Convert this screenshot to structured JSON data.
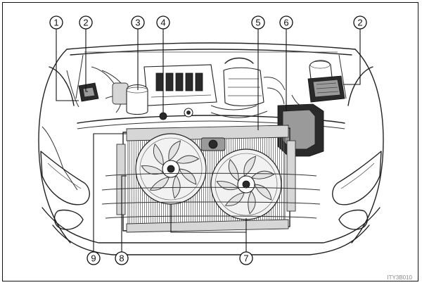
{
  "callouts": [
    {
      "id": "1",
      "label": "1"
    },
    {
      "id": "2a",
      "label": "2"
    },
    {
      "id": "3",
      "label": "3"
    },
    {
      "id": "4",
      "label": "4"
    },
    {
      "id": "5",
      "label": "5"
    },
    {
      "id": "6",
      "label": "6"
    },
    {
      "id": "2b",
      "label": "2"
    },
    {
      "id": "9",
      "label": "9"
    },
    {
      "id": "8",
      "label": "8"
    },
    {
      "id": "7",
      "label": "7"
    }
  ],
  "watermark": "ITY3B010"
}
